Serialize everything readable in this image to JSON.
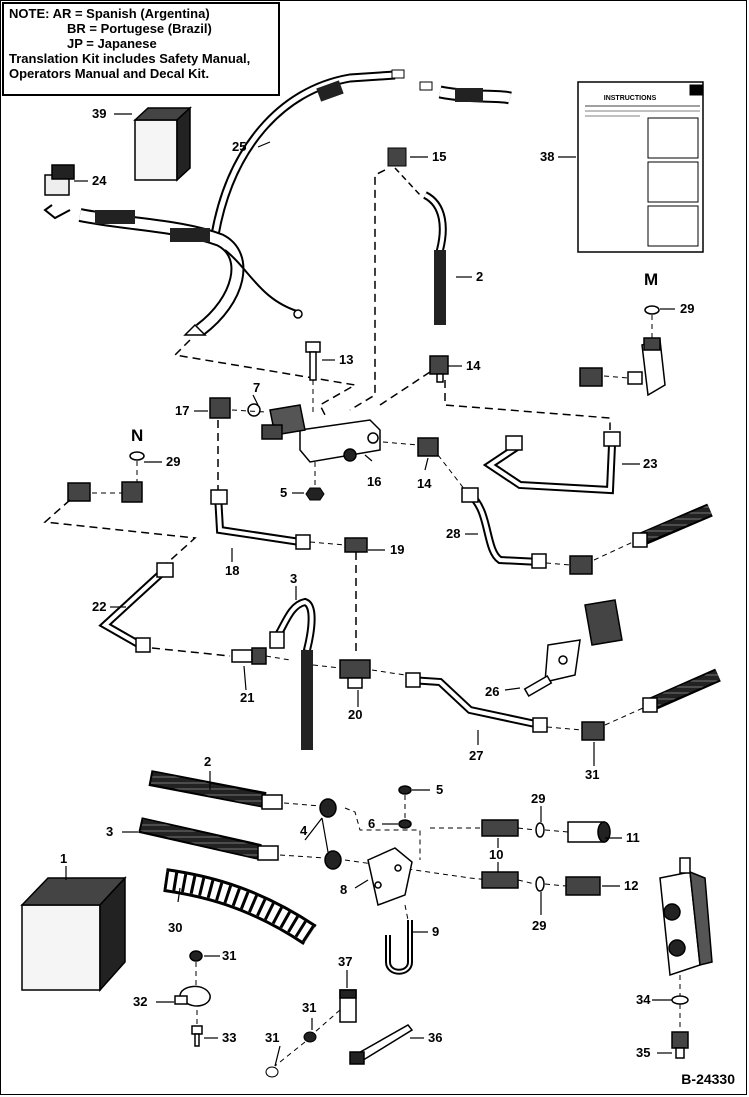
{
  "note": {
    "line1": "NOTE:   AR =  Spanish (Argentina)",
    "line2": "BR =  Portugese (Brazil)",
    "line3": "JP =   Japanese",
    "line4": "Translation Kit includes Safety Manual,",
    "line5": "Operators Manual and Decal Kit."
  },
  "manual": {
    "heading": "INSTRUCTIONS"
  },
  "detail_markers": {
    "m": "M",
    "n": "N"
  },
  "callouts": {
    "c39": "39",
    "c25": "25",
    "c24": "24",
    "c15": "15",
    "c38": "38",
    "c2a": "2",
    "c29a": "29",
    "c13": "13",
    "c14a": "14",
    "c7": "7",
    "c17": "17",
    "c29b": "29",
    "c23": "23",
    "c5a": "5",
    "c16": "16",
    "c14b": "14",
    "c28": "28",
    "c18": "18",
    "c19": "19",
    "c3a": "3",
    "c22": "22",
    "c21": "21",
    "c20": "20",
    "c26": "26",
    "c27": "27",
    "c31a": "31",
    "c2b": "2",
    "c5b": "5",
    "c29c": "29",
    "c3b": "3",
    "c4": "4",
    "c6": "6",
    "c10": "10",
    "c11": "11",
    "c1": "1",
    "c8": "8",
    "c12": "12",
    "c30": "30",
    "c29d": "29",
    "c9": "9",
    "c31b": "31",
    "c37": "37",
    "c32": "32",
    "c31c": "31",
    "c34": "34",
    "c33": "33",
    "c36": "36",
    "c31d": "31",
    "c35": "35"
  },
  "document_number": "B-24330"
}
